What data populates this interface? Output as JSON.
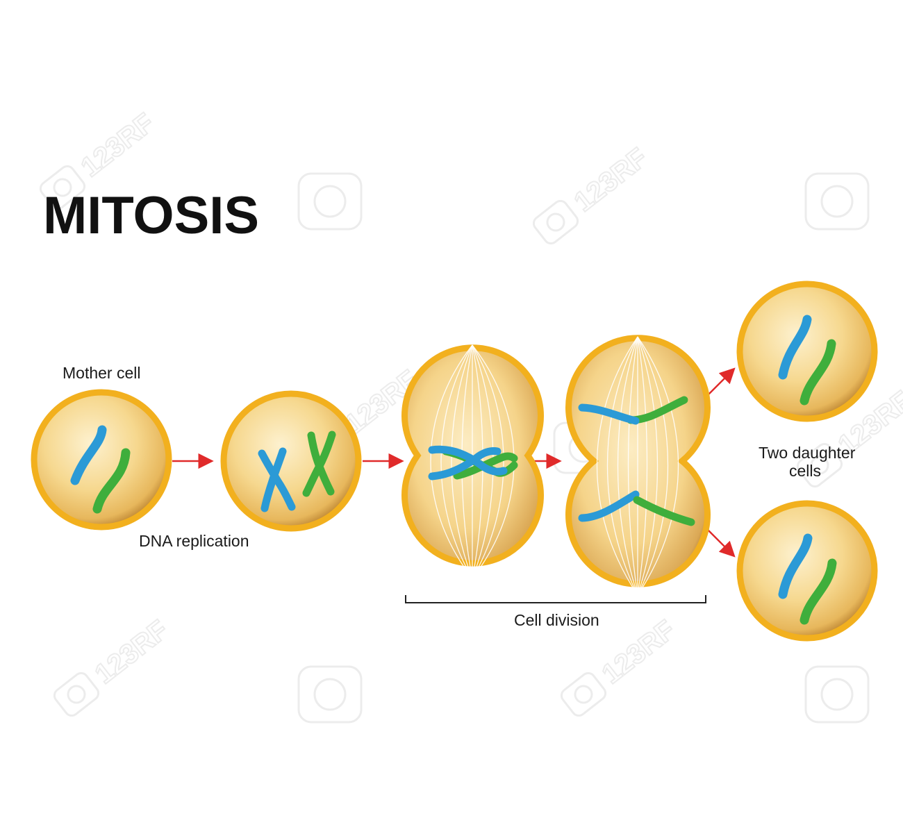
{
  "title": "MITOSIS",
  "labels": {
    "mother_cell": "Mother cell",
    "dna_replication": "DNA replication",
    "cell_division": "Cell division",
    "two_daughter_line1": "Two daughter",
    "two_daughter_line2": "cells"
  },
  "watermark": "123RF",
  "colors": {
    "cytoplasm": "#f5d48a",
    "membrane": "#f2b01e",
    "chromosome_blue": "#2b9ad6",
    "chromosome_green": "#3fae3c",
    "arrow": "#e02a2a"
  }
}
